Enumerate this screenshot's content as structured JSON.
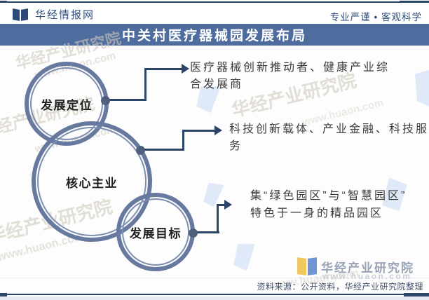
{
  "header": {
    "brand": "华经情报网",
    "tagline": "专业严谨 • 客观科学"
  },
  "title": "中关村医疗器械园发展布局",
  "diagram": {
    "circles": [
      {
        "label": "发展定位"
      },
      {
        "label": "核心主业"
      },
      {
        "label": "发展目标"
      }
    ],
    "annotations": [
      {
        "lines": [
          "医疗器械创新推动者、健康产业综",
          "合发展商"
        ]
      },
      {
        "lines": [
          "科技创新载体、产业金融、科技服",
          "务"
        ]
      },
      {
        "lines": [
          "集“绿色园区”与“智慧园区”",
          "特色于一身的精品园区"
        ]
      }
    ]
  },
  "watermarks": {
    "name": "华经产业研究院",
    "url": "www.huaon.com"
  },
  "footer": {
    "logo_text": "华经产业研究院",
    "logo_url": "www.huaon.com",
    "source": "资料来源：公开资料，华经产业研究院整理"
  },
  "colors": {
    "accent_navy": "#2b4668",
    "title_bar": "#4e6d9e",
    "ring": "#67799f",
    "connector": "#2c4468",
    "dot": "#50607c",
    "logo_yellow": "#f3c75f",
    "logo_blue": "#6f96d2",
    "watermark": "#d0cabc"
  }
}
